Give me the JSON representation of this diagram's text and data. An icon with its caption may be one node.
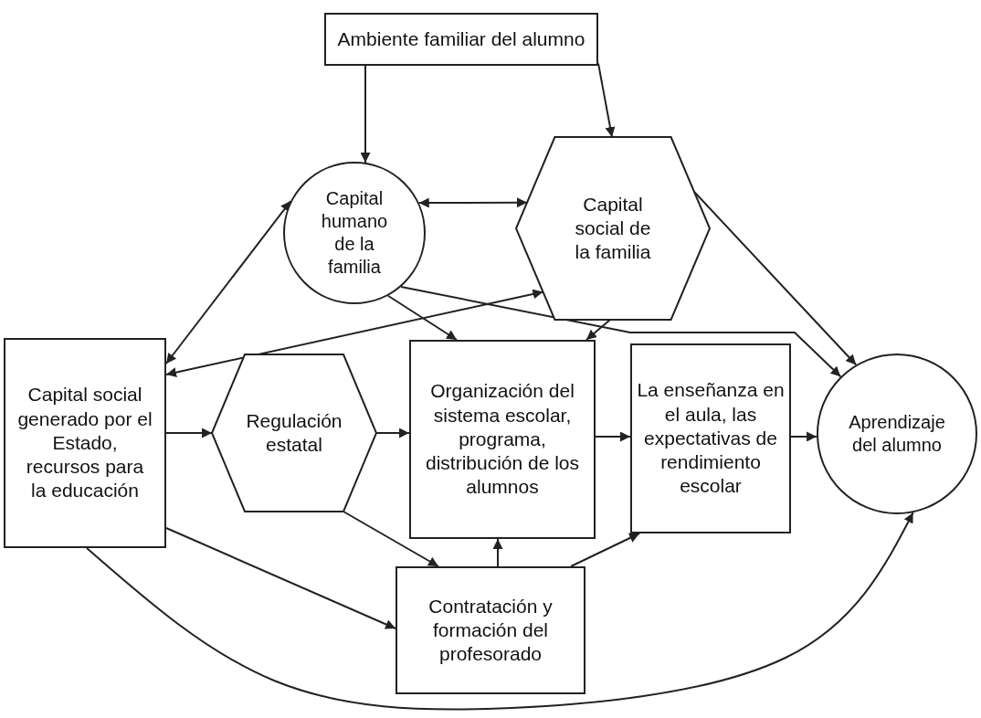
{
  "diagram": {
    "nodes": [
      {
        "text": [
          "Ambiente familiar del alumno"
        ]
      },
      {
        "text": [
          "Capital humano de la familia"
        ]
      },
      {
        "text": [
          "Capital social de la familia"
        ]
      },
      {
        "text": [
          "Capital social generado por el Estado, recursos para la educación"
        ]
      },
      {
        "text": [
          "Regulación estatal"
        ]
      },
      {
        "text": [
          "Organización del sistema escolar, programa, distribución de los alumnos"
        ]
      },
      {
        "text": [
          "La enseñanza en el aula, las expectativas de rendimiento escolar"
        ]
      },
      {
        "text": [
          "Aprendizaje del alumno"
        ]
      },
      {
        "text": [
          "Contratación y formación del profesorado"
        ]
      }
    ],
    "edges": [
      {
        "from": 0,
        "to": 1,
        "arrow": "to"
      },
      {
        "from": 0,
        "to": 2,
        "arrow": "to"
      },
      {
        "from": 1,
        "to": 2,
        "arrow": "both"
      },
      {
        "from": 1,
        "to": 3,
        "arrow": "both"
      },
      {
        "from": 3,
        "to": 2,
        "arrow": "both"
      },
      {
        "from": 1,
        "to": 7,
        "arrow": "to"
      },
      {
        "from": 2,
        "to": 7,
        "arrow": "to"
      },
      {
        "from": 1,
        "to": 5,
        "arrow": "to"
      },
      {
        "from": 2,
        "to": 5,
        "arrow": "to"
      },
      {
        "from": 3,
        "to": 4,
        "arrow": "to"
      },
      {
        "from": 4,
        "to": 5,
        "arrow": "to"
      },
      {
        "from": 5,
        "to": 6,
        "arrow": "to"
      },
      {
        "from": 6,
        "to": 7,
        "arrow": "to"
      },
      {
        "from": 3,
        "to": 8,
        "arrow": "to"
      },
      {
        "from": 4,
        "to": 8,
        "arrow": "to"
      },
      {
        "from": 8,
        "to": 5,
        "arrow": "to"
      },
      {
        "from": 8,
        "to": 6,
        "arrow": "to"
      },
      {
        "from": 3,
        "to": 7,
        "arrow": "to"
      }
    ]
  }
}
